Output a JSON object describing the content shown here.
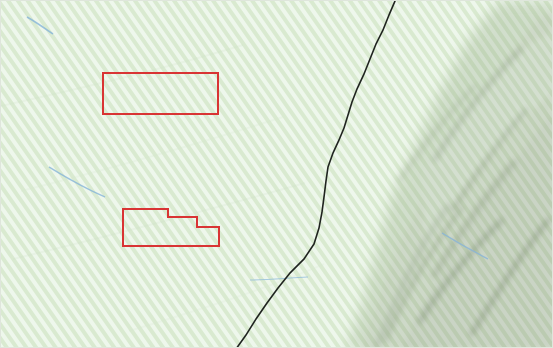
{
  "map": {
    "labels": {
      "parcel_north": "",
      "parcel_south": "",
      "area_west": "",
      "area_east": ""
    },
    "colors": {
      "land_base": "#dbe9cf",
      "hatch_light": "#eef7ec",
      "hatch_green": "#c7e2bf",
      "hillshade": "#8e9a7e",
      "boundary_line": "#1f231f",
      "parcel_outline": "#d93434",
      "water_line": "#7fb0d8"
    },
    "icons": {
      "parcel_north_outline": "parcel-outline",
      "parcel_south_outline": "parcel-outline",
      "boundary_line": "boundary-line",
      "water_line": "water-line"
    }
  }
}
